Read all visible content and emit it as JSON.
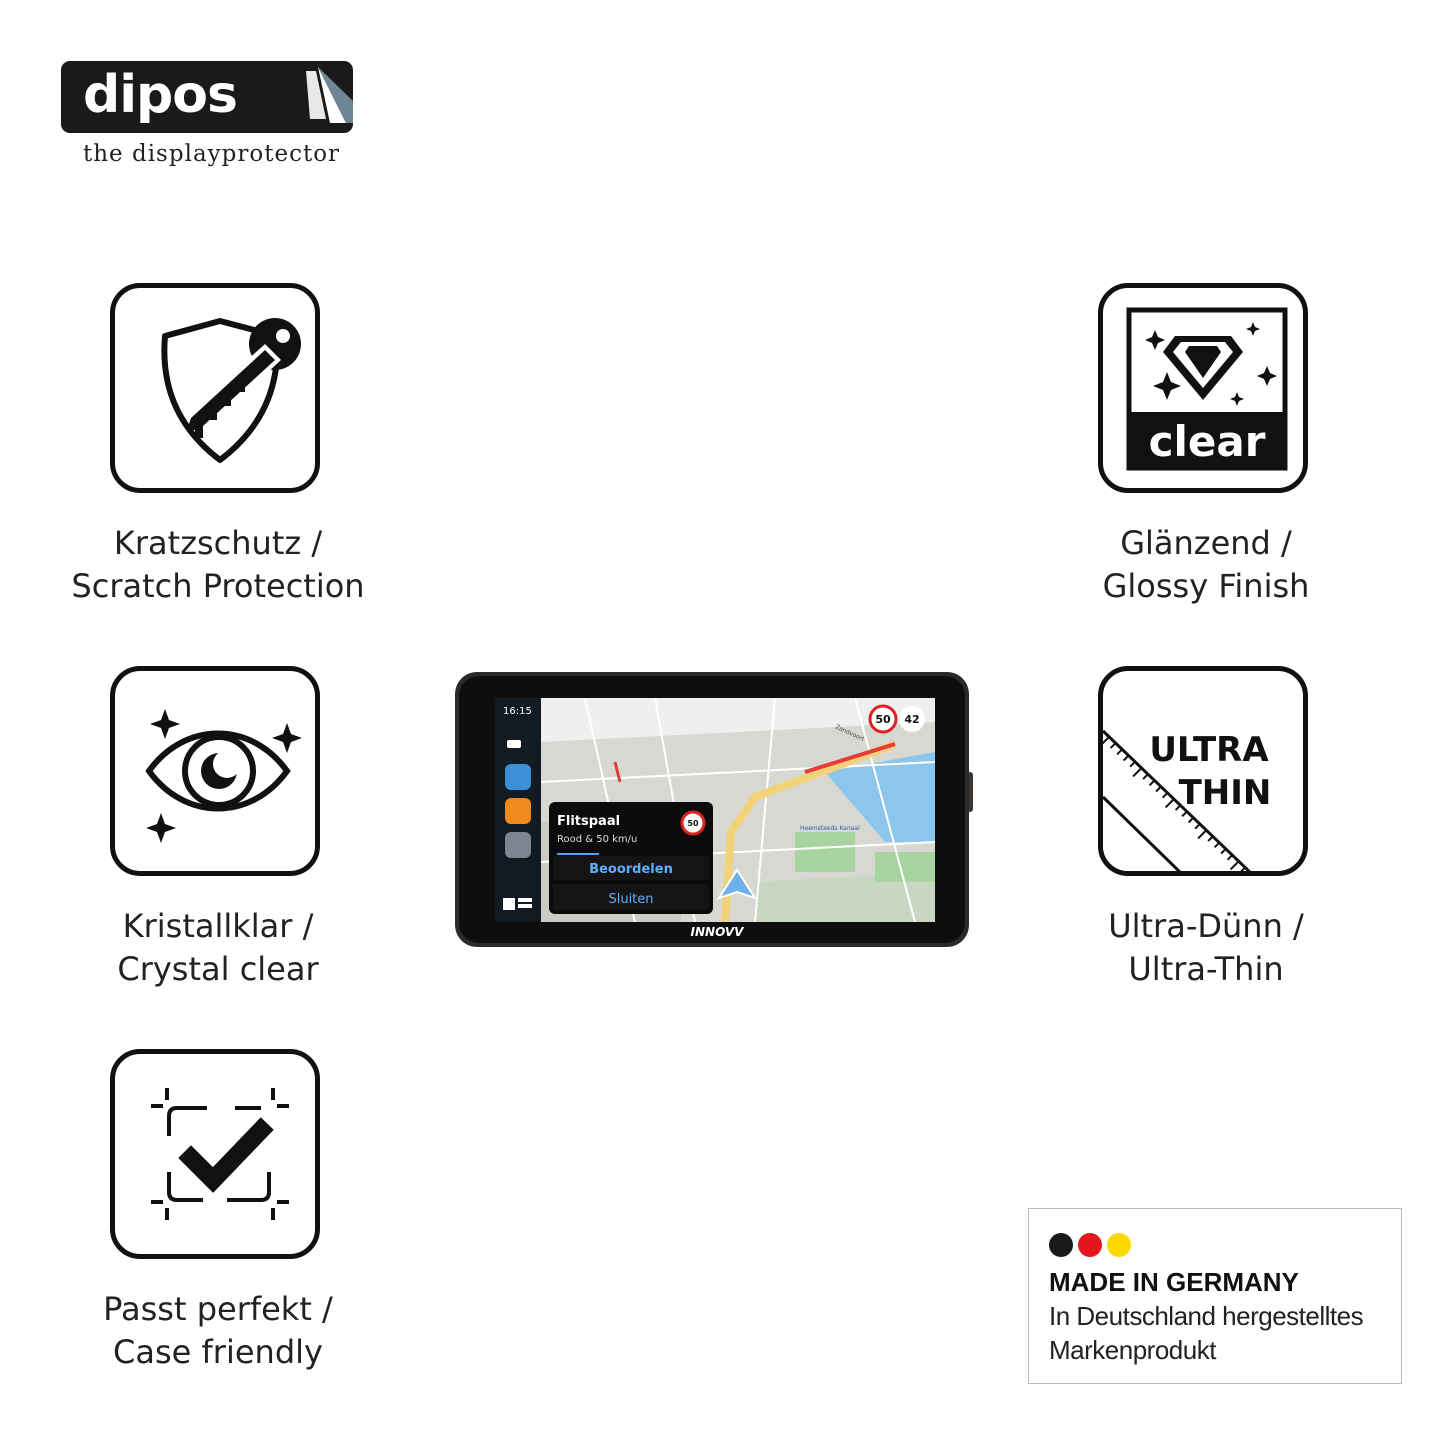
{
  "logo": {
    "brand": "dipos",
    "tagline": "the displayprotector"
  },
  "features": [
    {
      "id": "scratch",
      "icon": "shield-key-icon",
      "line1": "Kratzschutz /",
      "line2": "Scratch Protection"
    },
    {
      "id": "glossy",
      "icon": "diamond-clear-icon",
      "badge": "clear",
      "line1": "Glänzend /",
      "line2": "Glossy Finish"
    },
    {
      "id": "crystal",
      "icon": "eye-sparkle-icon",
      "line1": "Kristallklar /",
      "line2": "Crystal clear"
    },
    {
      "id": "thin",
      "icon": "ruler-ultra-thin-icon",
      "badge_line1": "ULTRA",
      "badge_line2": "THIN",
      "line1": "Ultra-Dünn /",
      "line2": "Ultra-Thin"
    },
    {
      "id": "fit",
      "icon": "frame-checkmark-icon",
      "line1": "Passt perfekt /",
      "line2": "Case friendly"
    }
  ],
  "device": {
    "brand": "INNOVV",
    "screen": {
      "time": "16:15",
      "speed_limit": "50",
      "current_speed": "42",
      "street_1": "Zandvoort",
      "street_2": "Heemsteeds Kanaal",
      "alert_title": "Flitspaal",
      "alert_subtitle": "Rood & 50 km/u",
      "alert_badge": "50",
      "action_primary": "Beoordelen",
      "action_secondary": "Sluiten"
    }
  },
  "made_in_germany": {
    "title": "MADE IN GERMANY",
    "line1": "In Deutschland hergestelltes",
    "line2": "Markenprodukt",
    "colors": [
      "#1a1a1a",
      "#e3161b",
      "#ffd800"
    ]
  }
}
